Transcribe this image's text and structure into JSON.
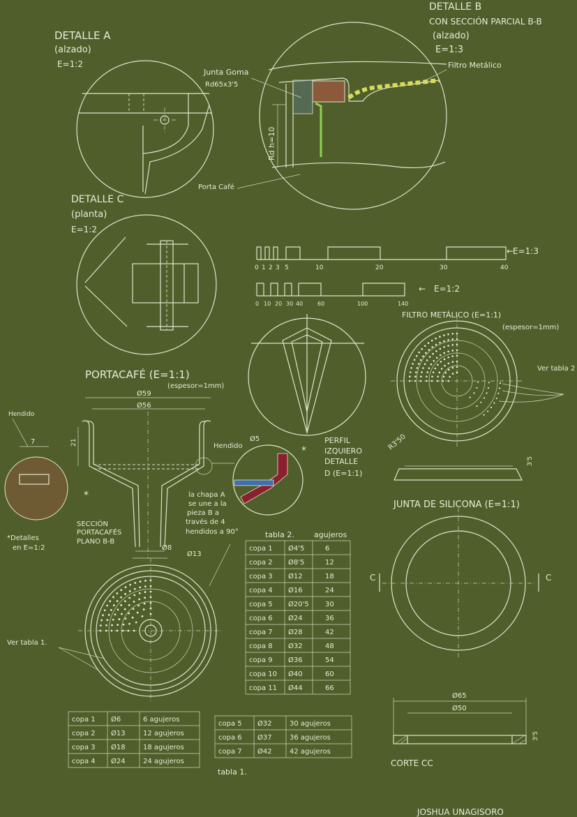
{
  "detalle_a": {
    "title": "DETALLE A",
    "view": "(alzado)",
    "scale": "E=1:2"
  },
  "detalle_b": {
    "title": "DETALLE B",
    "subtitle": "CON SECCIÓN PARCIAL B-B",
    "view": "(alzado)",
    "scale": "E=1:3",
    "junta_label": "Junta Goma",
    "junta_dims": "Rd65x3'5",
    "filtro_label": "Filtro Metálico",
    "porta_label": "Porta Café",
    "dim_vertical": "Rd h=10"
  },
  "detalle_c": {
    "title": "DETALLE C",
    "view": "(planta)",
    "scale": "E=1:2"
  },
  "escala_1": {
    "ticks": [
      "0",
      "1",
      "2",
      "3",
      "5",
      "10",
      "20",
      "30",
      "40"
    ],
    "label": "E=1:3"
  },
  "escala_2": {
    "ticks": [
      "0",
      "10",
      "20",
      "30",
      "40",
      "60",
      "100",
      "140"
    ],
    "label": "E=1:2"
  },
  "perfil": {
    "lines": [
      "PERFIL",
      "IZQUIERO",
      "DETALLE",
      "D (E=1:1)"
    ]
  },
  "filtro": {
    "title": "FILTRO METÁLICO (E=1:1)",
    "thickness": "(espesor=1mm)",
    "ver_tabla": "Ver tabla 2",
    "radius": "R3'50",
    "height": "3'5"
  },
  "portacafe": {
    "title": "PORTACAFÉ (E=1:1)",
    "thickness": "(espesor=1mm)",
    "d_outer": "Ø59",
    "d_inner": "Ø56",
    "height": "21",
    "d_8": "Ø8",
    "d_13": "Ø13",
    "seccion": [
      "SECCIÓN",
      "PORTACAFÉS",
      "PLANO B-B"
    ],
    "hendido": "Hendido",
    "d5": "Ø5",
    "note": [
      "la chapa A",
      "se une a la",
      "pieza B a",
      "través de 4",
      "hendidos a 90°"
    ],
    "ver_tabla": "Ver tabla 1."
  },
  "hendido_det": {
    "label": "Hendido",
    "dim": "7",
    "star": "*"
  },
  "detalles_note": [
    "*Detalles",
    "en E=1:2"
  ],
  "tabla2": {
    "caption": "tabla 2.",
    "header": "agujeros",
    "rows": [
      [
        "copa 1",
        "Ø4'5",
        "6"
      ],
      [
        "copa 2",
        "Ø8'5",
        "12"
      ],
      [
        "copa 3",
        "Ø12",
        "18"
      ],
      [
        "copa 4",
        "Ø16",
        "24"
      ],
      [
        "copa 5",
        "Ø20'5",
        "30"
      ],
      [
        "copa 6",
        "Ø24",
        "36"
      ],
      [
        "copa 7",
        "Ø28",
        "42"
      ],
      [
        "copa 8",
        "Ø32",
        "48"
      ],
      [
        "copa 9",
        "Ø36",
        "54"
      ],
      [
        "copa 10",
        "Ø40",
        "60"
      ],
      [
        "copa 11",
        "Ø44",
        "66"
      ]
    ]
  },
  "tabla1": {
    "caption": "tabla 1.",
    "left": [
      [
        "copa 1",
        "Ø6",
        "6 agujeros"
      ],
      [
        "copa 2",
        "Ø13",
        "12 agujeros"
      ],
      [
        "copa 3",
        "Ø18",
        "18 agujeros"
      ],
      [
        "copa 4",
        "Ø24",
        "24 agujeros"
      ]
    ],
    "right": [
      [
        "copa 5",
        "Ø32",
        "30 agujeros"
      ],
      [
        "copa 6",
        "Ø37",
        "36 agujeros"
      ],
      [
        "copa 7",
        "Ø42",
        "42 agujeros"
      ]
    ]
  },
  "junta": {
    "title": "JUNTA DE SILICONA (E=1:1)",
    "cut_left": "C",
    "cut_right": "C"
  },
  "corte": {
    "title": "CORTE CC",
    "d65": "Ø65",
    "d50": "Ø50",
    "h": "3'5"
  },
  "author": "JOSHUA UNAGISORO",
  "colors": {
    "paper": "#4f5e2a",
    "pencil": "#e8ecd9",
    "red": "#8a1f2e",
    "blue": "#3f6fb0",
    "green": "#8fd14f",
    "yellow": "#d8dc5a",
    "brown": "#8a5a3a"
  }
}
